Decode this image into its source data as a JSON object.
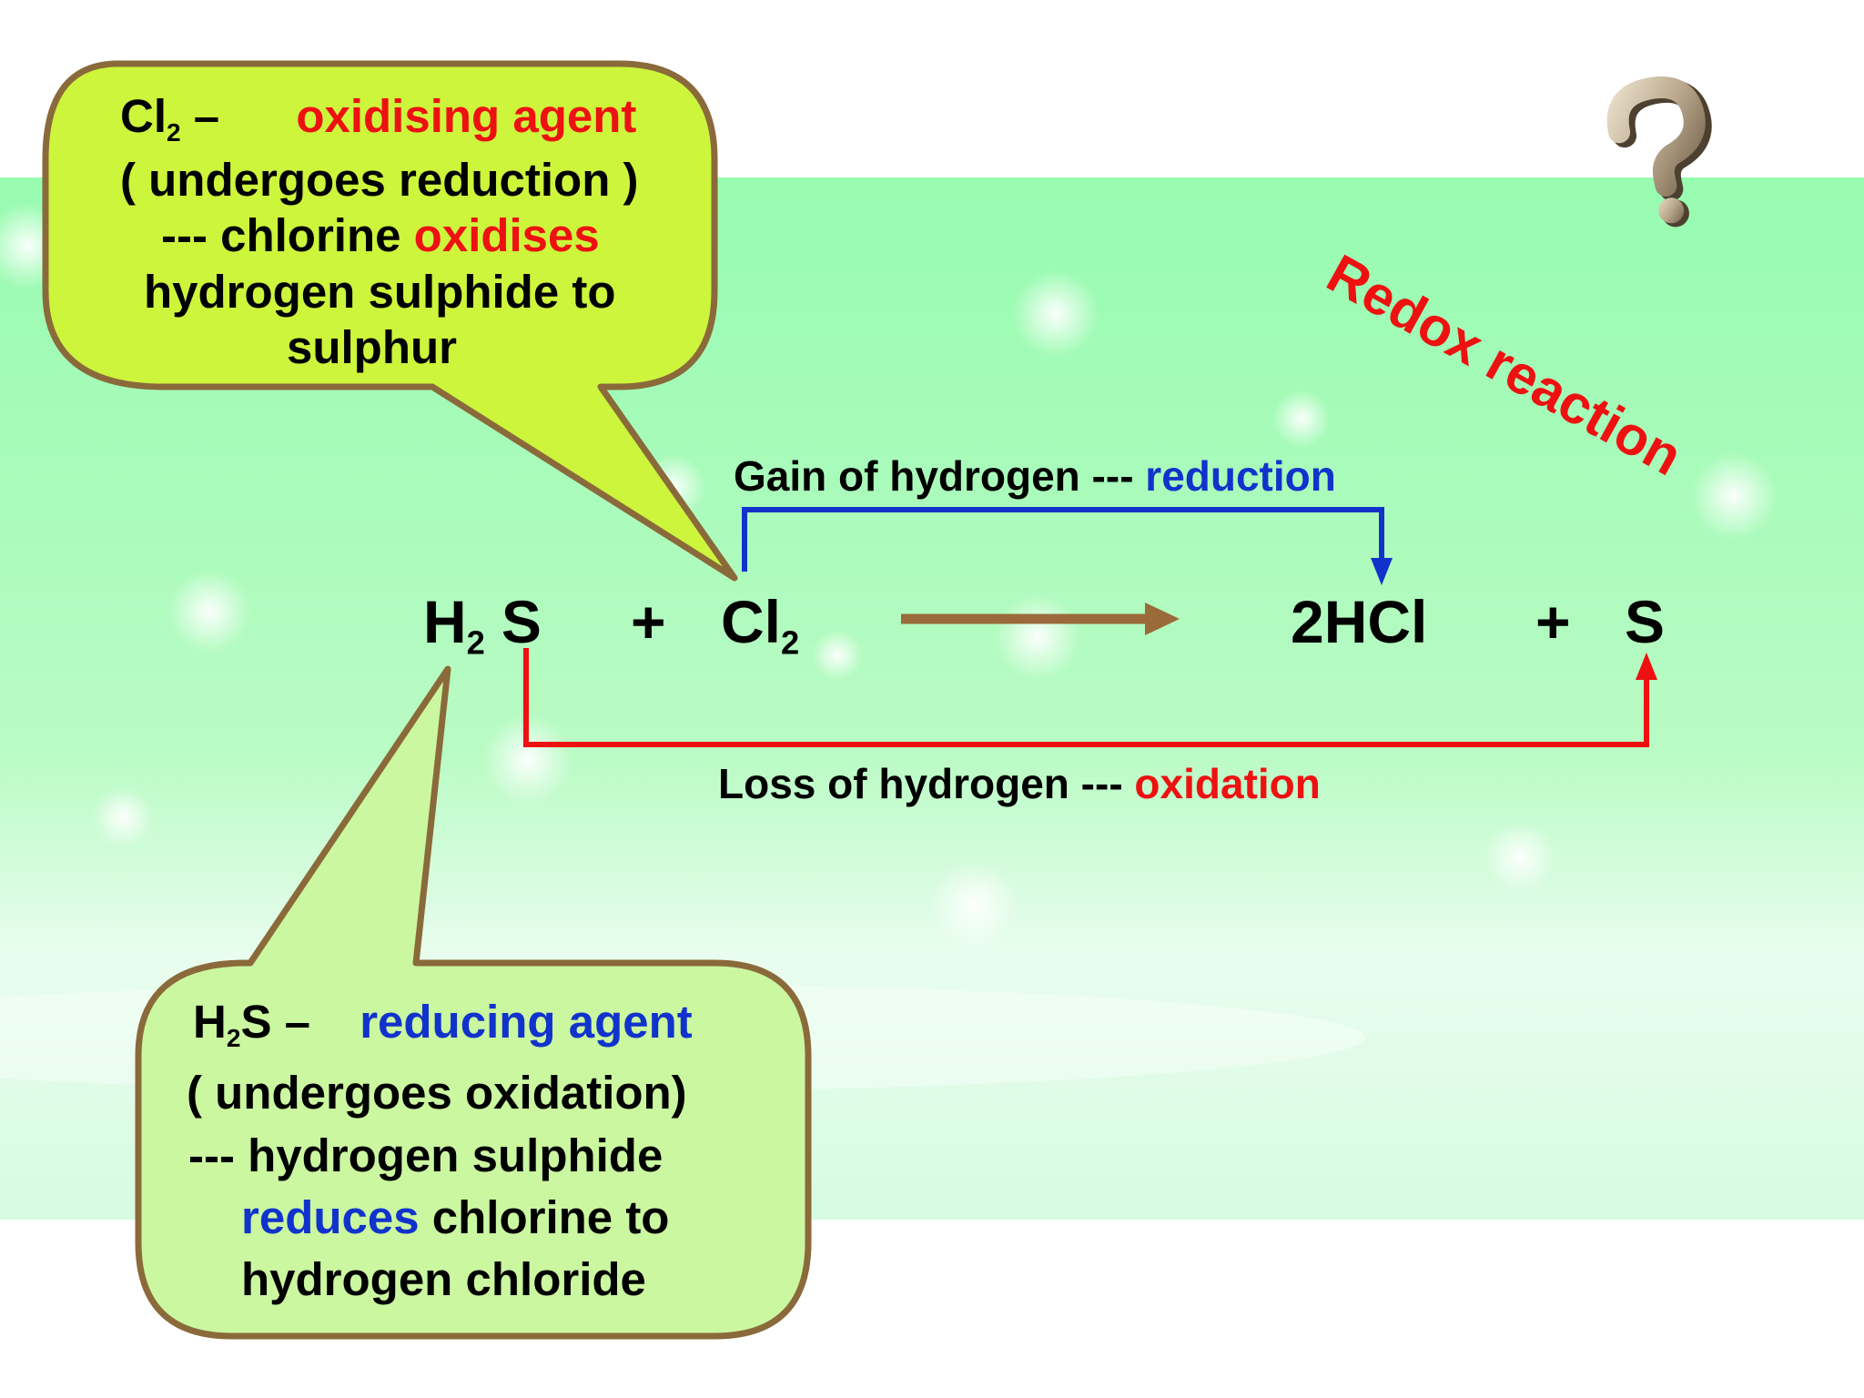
{
  "title": "Redox reaction",
  "equation": {
    "h2s_prefix": "H",
    "h2s_sub": "2",
    "h2s_suffix": "S",
    "plus1": "+",
    "cl2_prefix": "Cl",
    "cl2_sub": "2",
    "product1": "2HCl",
    "plus2": "+",
    "product2": "S"
  },
  "reduction_label": {
    "prefix": "Gain of hydrogen --- ",
    "term": "reduction"
  },
  "oxidation_label": {
    "prefix": "Loss of hydrogen --- ",
    "term": "oxidation"
  },
  "oxidising_callout": {
    "species_prefix": "Cl",
    "species_sub": "2",
    "species_dash": " –",
    "role": "oxidising agent",
    "line2": "( undergoes reduction )",
    "line3_prefix": "--- chlorine ",
    "line3_term": "oxidises",
    "line4": "hydrogen sulphide to",
    "line5": "sulphur"
  },
  "reducing_callout": {
    "species_prefix": "H",
    "species_sub": "2",
    "species_suffix": "S –",
    "role": "reducing agent",
    "line2": "( undergoes oxidation)",
    "line3": "--- hydrogen sulphide",
    "line4_term": "reduces",
    "line4_suffix": " chlorine to",
    "line5": "hydrogen chloride"
  },
  "colors": {
    "oxidation_red": "#ee1111",
    "reduction_blue": "#1133cc",
    "arrow_brown": "#9b6a3a",
    "callout_top_fill": "#ccf53c",
    "callout_bottom_fill": "#cbf7a0",
    "callout_border": "#8a6a3a",
    "band_top": "#97fbb0",
    "band_bottom": "#e6fcec"
  },
  "icons": [
    "question-mark-icon"
  ]
}
